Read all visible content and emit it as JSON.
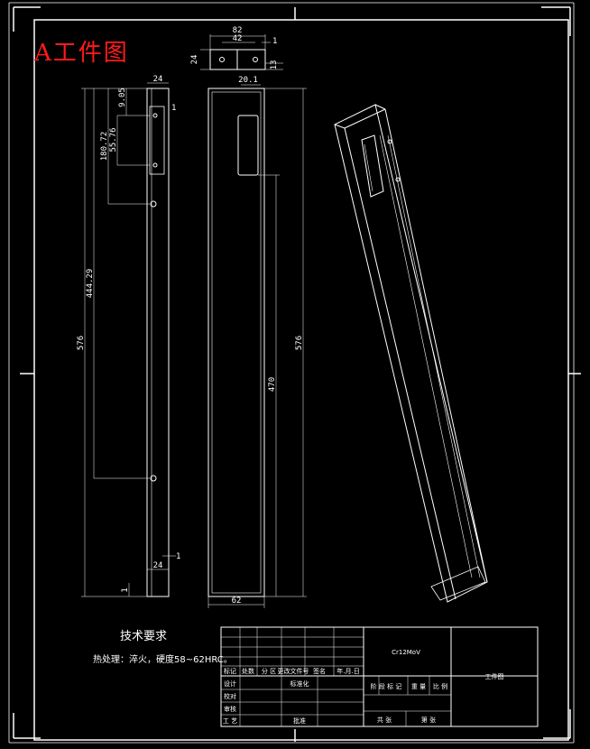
{
  "drawing": {
    "title": "A工件图",
    "tech_requirements_title": "技术要求",
    "tech_requirements_text": "热处理：淬火，硬度58~62HRC。",
    "colors": {
      "background": "#000000",
      "lines": "#ffffff",
      "title": "#ff1a1a"
    }
  },
  "dimensions": {
    "top_82": "82",
    "top_42": "42",
    "top_1": "1",
    "top_24": "24",
    "top_13": "13",
    "side_24_top": "24",
    "side_9_05": "9.05",
    "side_1_top": "1",
    "side_55_76": "55.76",
    "side_180_72": "180.72",
    "side_444_29": "444.29",
    "side_576": "576",
    "side_1_bottom": "1",
    "side_24_bottom": "24",
    "side_1_base": "1",
    "front_20_1": "20.1",
    "front_576": "576",
    "front_470": "470",
    "front_62": "62"
  },
  "title_block": {
    "material": "Cr12MoV",
    "part_name": "工件图",
    "r1": [
      "标记",
      "处数",
      "分 区",
      "更改文件号",
      "签名",
      "年.月.日"
    ],
    "r2_left": "设计",
    "r2_mid": "标准化",
    "r2_right": [
      "阶 段 标 记",
      "重 量",
      "比 例"
    ],
    "r3_left": "校对",
    "r4_left": "审核",
    "r5_left": "工 艺",
    "r5_mid": "批准",
    "r5_right": [
      "共  张",
      "第  张"
    ]
  }
}
